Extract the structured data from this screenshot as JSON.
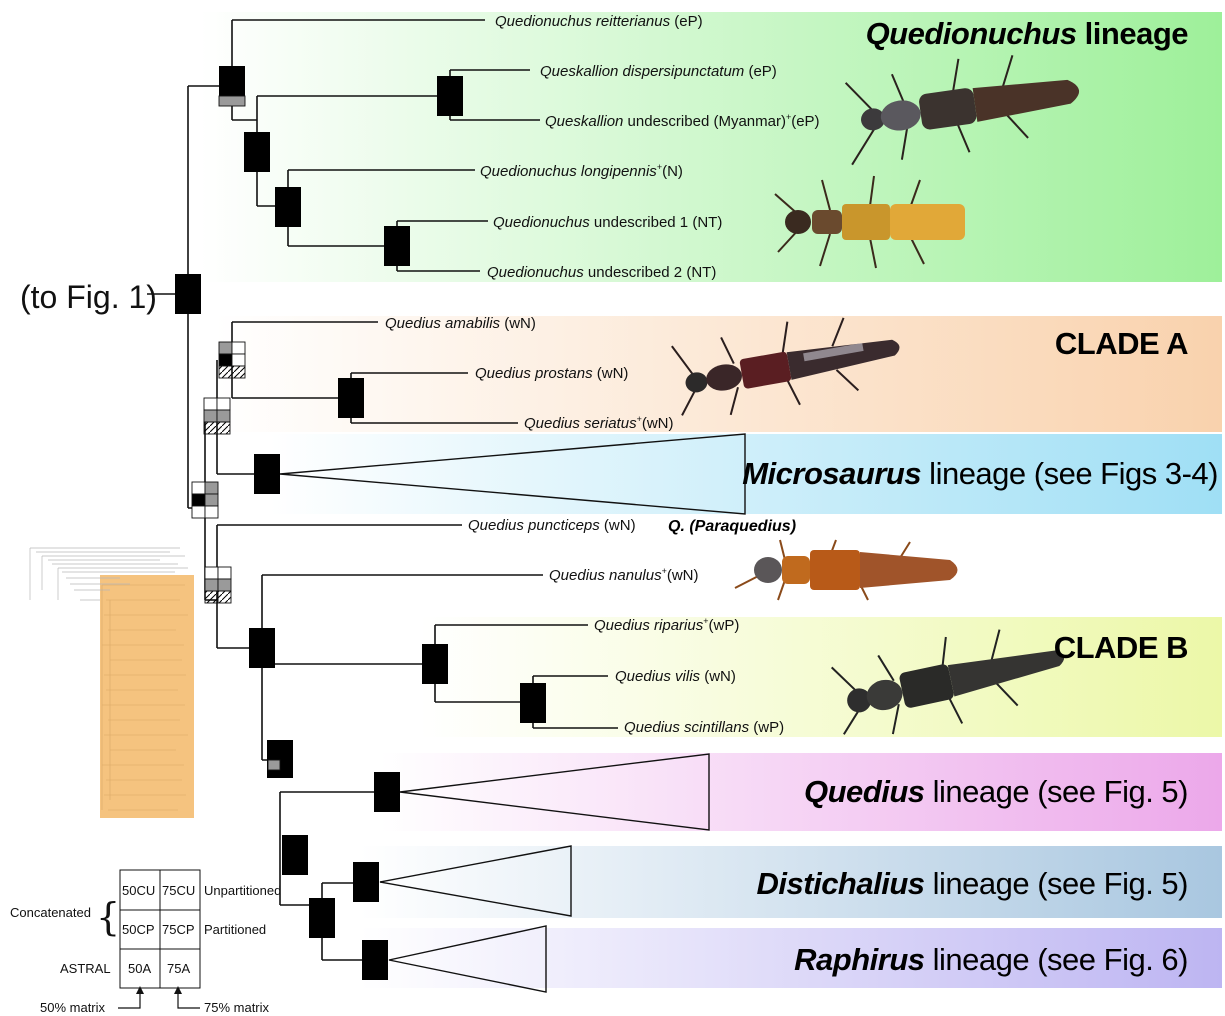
{
  "connector_label": "(to Fig. 1)",
  "clades": [
    {
      "id": "quedionuchus",
      "italic": "Quedionuchus",
      "rest": " lineage",
      "color": "#9ef09a"
    },
    {
      "id": "clade-a",
      "italic": "",
      "rest": "CLADE A",
      "color": "#f9d2ad"
    },
    {
      "id": "microsaurus",
      "italic": "Microsaurus",
      "rest": " lineage (see Figs 3-4)",
      "color": "#9fdff5"
    },
    {
      "id": "clade-b",
      "italic": "",
      "rest": "CLADE B",
      "color": "#ecf8a8"
    },
    {
      "id": "quedius",
      "italic": "Quedius",
      "rest": " lineage (see Fig. 5)",
      "color": "#eca8ea"
    },
    {
      "id": "distichalius",
      "italic": "Distichalius",
      "rest": " lineage (see Fig. 5)",
      "color": "#a9c7e0"
    },
    {
      "id": "raphirus",
      "italic": "Raphirus",
      "rest": " lineage (see Fig. 6)",
      "color": "#bdb5f2"
    }
  ],
  "taxa": [
    {
      "genus": "Quedionuchus",
      "species": " reitterianus",
      "sup": "",
      "region": " (eP)"
    },
    {
      "genus": "Queskallion",
      "species": " dispersipunctatum",
      "sup": "",
      "region": " (eP)"
    },
    {
      "genus": "Queskallion",
      "species": "",
      "plain": " undescribed (Myanmar)",
      "sup": "+",
      "region": "(eP)"
    },
    {
      "genus": "Quedionuchus",
      "species": " longipennis",
      "sup": "+",
      "region": "(N)"
    },
    {
      "genus": "Quedionuchus",
      "species": "",
      "plain": " undescribed 1",
      "sup": "",
      "region": " (NT)"
    },
    {
      "genus": "Quedionuchus",
      "species": "",
      "plain": " undescribed 2",
      "sup": "",
      "region": " (NT)"
    },
    {
      "genus": "Quedius",
      "species": " amabilis",
      "sup": "",
      "region": " (wN)"
    },
    {
      "genus": "Quedius",
      "species": " prostans",
      "sup": "",
      "region": " (wN)"
    },
    {
      "genus": "Quedius",
      "species": " seriatus",
      "sup": "+",
      "region": "(wN)"
    },
    {
      "genus": "Quedius",
      "species": " puncticeps",
      "sup": "",
      "region": " (wN)"
    },
    {
      "genus": "Quedius",
      "species": " nanulus",
      "sup": "+",
      "region": "(wN)"
    },
    {
      "genus": "Quedius",
      "species": " riparius",
      "sup": "+",
      "region": "(wP)"
    },
    {
      "genus": "Quedius",
      "species": " vilis",
      "sup": "",
      "region": " (wN)"
    },
    {
      "genus": "Quedius",
      "species": " scintillans",
      "sup": "",
      "region": " (wP)"
    }
  ],
  "paraquedius_label": {
    "italic": "Q.",
    "rest": " (Paraquedius)"
  },
  "legend": {
    "row_concatenated": "Concatenated",
    "row_astral": "ASTRAL",
    "cells": [
      "50CU",
      "75CU",
      "50CP",
      "75CP",
      "50A",
      "75A"
    ],
    "unpartitioned": "Unpartitioned",
    "partitioned": "Partitioned",
    "matrix50": "50% matrix",
    "matrix75": "75% matrix"
  },
  "colors": {
    "support_full": "#000000",
    "support_partial": "#9a9a9a",
    "inset_highlight": "#f5c37f"
  }
}
